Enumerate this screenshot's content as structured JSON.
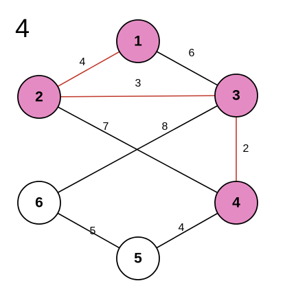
{
  "title": "4",
  "colors": {
    "highlight_node": "#e58bc4",
    "normal_node": "#ffffff",
    "highlight_edge": "#c0392b",
    "normal_edge": "#000000",
    "outline": "#000000"
  },
  "nodes": [
    {
      "id": "1",
      "label": "1",
      "highlighted": true
    },
    {
      "id": "2",
      "label": "2",
      "highlighted": true
    },
    {
      "id": "3",
      "label": "3",
      "highlighted": true
    },
    {
      "id": "4",
      "label": "4",
      "highlighted": true
    },
    {
      "id": "5",
      "label": "5",
      "highlighted": false
    },
    {
      "id": "6",
      "label": "6",
      "highlighted": false
    }
  ],
  "edges": [
    {
      "from": "2",
      "to": "1",
      "weight": "4",
      "highlighted": true
    },
    {
      "from": "1",
      "to": "3",
      "weight": "6",
      "highlighted": false
    },
    {
      "from": "2",
      "to": "3",
      "weight": "3",
      "highlighted": true
    },
    {
      "from": "2",
      "to": "4",
      "weight": "7",
      "highlighted": false
    },
    {
      "from": "6",
      "to": "3",
      "weight": "8",
      "highlighted": false
    },
    {
      "from": "3",
      "to": "4",
      "weight": "2",
      "highlighted": true
    },
    {
      "from": "6",
      "to": "5",
      "weight": "5",
      "highlighted": false
    },
    {
      "from": "5",
      "to": "4",
      "weight": "4",
      "highlighted": false
    }
  ]
}
